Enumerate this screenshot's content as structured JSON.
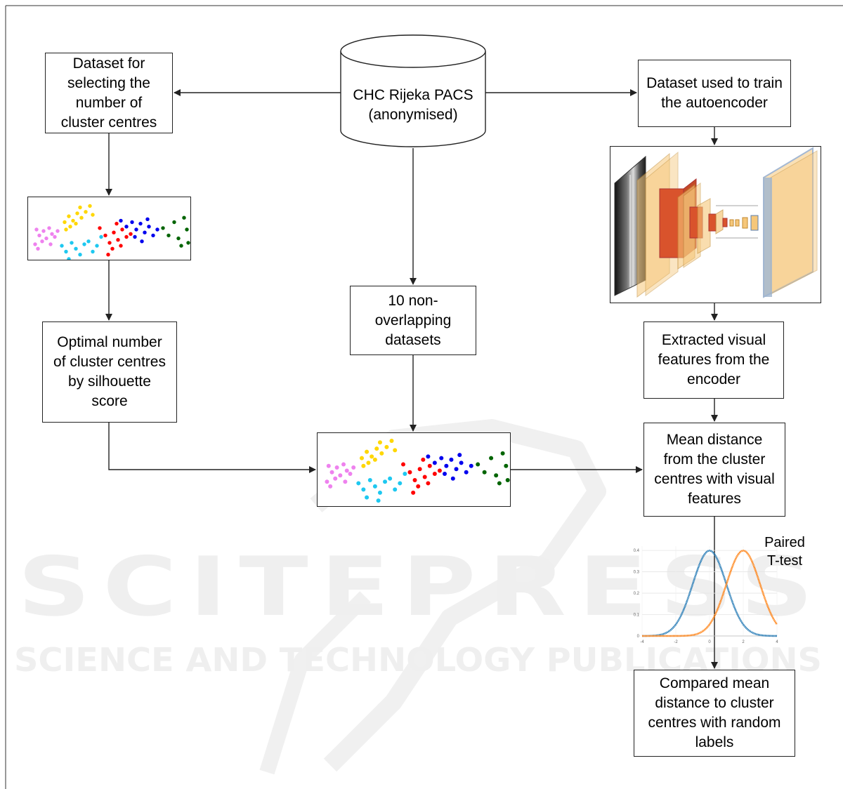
{
  "nodes": {
    "pacs": [
      "CHC Rijeka PACS",
      "(anonymised)"
    ],
    "ds_select": [
      "Dataset for",
      "selecting the",
      "number of",
      "cluster centres"
    ],
    "ds_train": [
      "Dataset used to train",
      "the autoencoder"
    ],
    "optimal": [
      "Optimal number",
      "of cluster centres",
      "by silhouette",
      "score"
    ],
    "non_overlap": [
      "10 non-",
      "overlapping",
      "datasets"
    ],
    "extracted": [
      "Extracted visual",
      "features from the",
      "encoder"
    ],
    "mean_dist": [
      "Mean distance",
      "from the cluster",
      "centres with visual",
      "features"
    ],
    "compared": [
      "Compared mean",
      "distance to cluster",
      "centres with random",
      "labels"
    ]
  },
  "ttest_label": [
    "Paired",
    "T-test"
  ],
  "watermark": {
    "main": "SCITEPRESS",
    "sub": "SCIENCE AND TECHNOLOGY PUBLICATIONS"
  },
  "cluster_colors": {
    "violet": "#ee82ee",
    "gold": "#ffd700",
    "skyblue": "#1ec8f0",
    "red": "#ff0000",
    "blue": "#0000ee",
    "green": "#006400"
  },
  "density_plot": {
    "type": "line",
    "x_ticks": [
      "-4",
      "-2",
      "0",
      "2",
      "4"
    ],
    "y_ticks": [
      "0",
      "0.1",
      "0.2",
      "0.3",
      "0.4"
    ],
    "xlim": [
      -4,
      4
    ],
    "ylim": [
      0,
      0.42
    ],
    "series": [
      {
        "mean": 0,
        "sd": 1,
        "color": "#1f77b4"
      },
      {
        "mean": 2,
        "sd": 1,
        "color": "#ff7f0e"
      }
    ]
  }
}
